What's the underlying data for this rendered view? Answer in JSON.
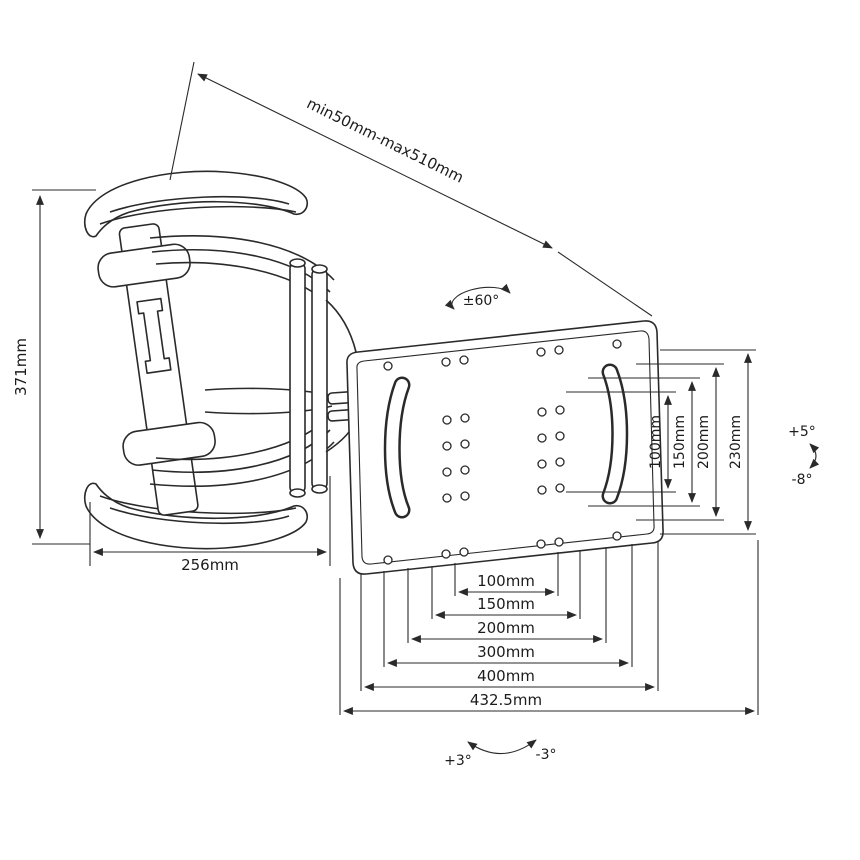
{
  "diagram": {
    "colors": {
      "line": "#2a2a2a",
      "background": "#ffffff"
    },
    "labels": {
      "extension_range": "min50mm-max510mm",
      "swivel_angle": "±60°",
      "bracket_height": "371mm",
      "arm_length": "256mm",
      "tilt_up": "+5°",
      "tilt_down": "-8°",
      "rotation_cw": "+3°",
      "rotation_ccw": "-3°",
      "vesa_vertical": [
        "100mm",
        "150mm",
        "200mm",
        "230mm"
      ],
      "vesa_horizontal": [
        "100mm",
        "150mm",
        "200mm",
        "300mm",
        "400mm",
        "432.5mm"
      ]
    }
  }
}
